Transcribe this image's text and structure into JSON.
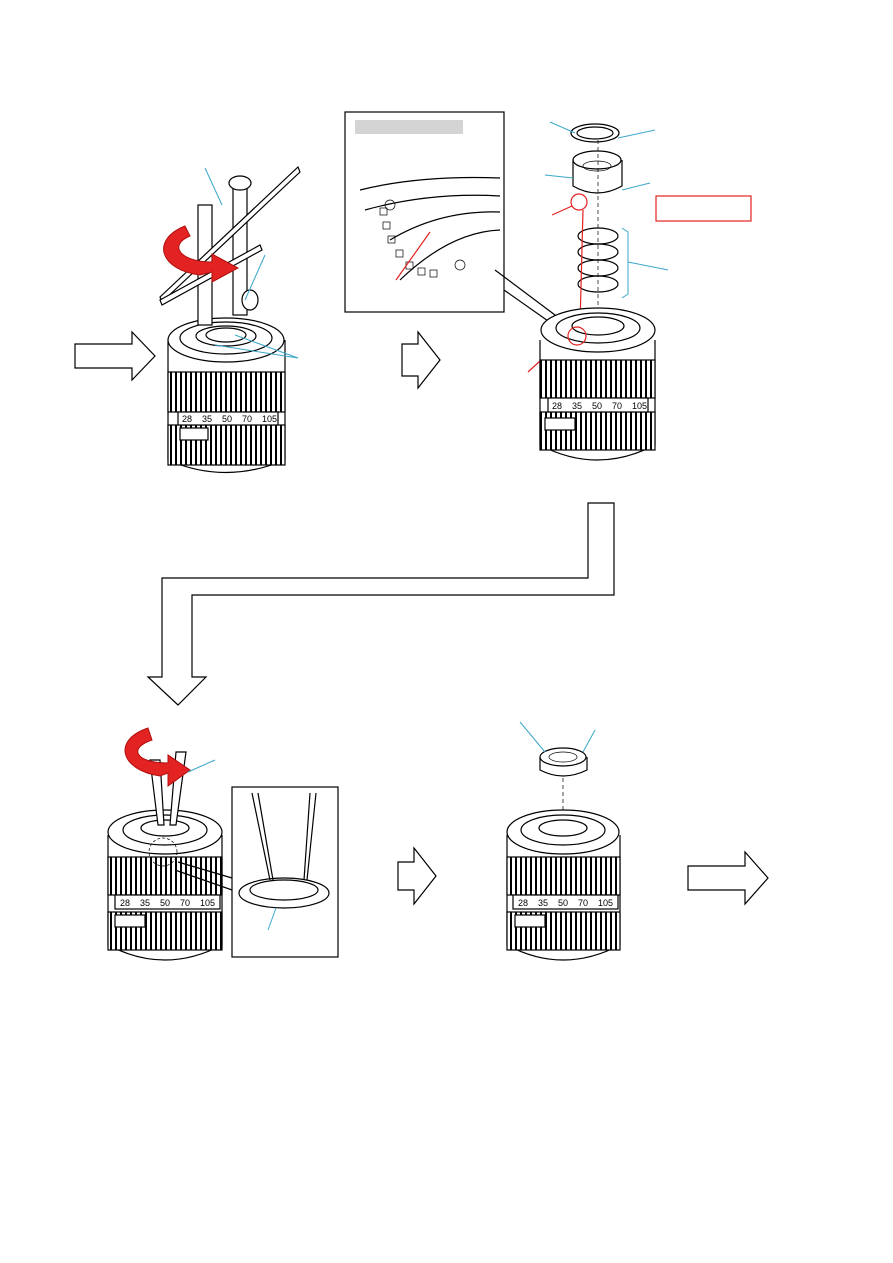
{
  "page": {
    "background": "#ffffff"
  },
  "colors": {
    "leader": "#3aa7c9",
    "highlight": "#e32222",
    "callout_band": "#d4d4d4",
    "ink": "#000000"
  },
  "steps": [
    {
      "id": "step1",
      "action": "rotate-with-spanner-wrench",
      "icons": [
        "rotate-arrow-icon",
        "spanner-wrench-icon"
      ]
    },
    {
      "id": "step2",
      "action": "exploded-rear-group",
      "icons": [
        "detail-callout-icon"
      ]
    },
    {
      "id": "step3",
      "action": "rotate-with-tweezers",
      "icons": [
        "rotate-arrow-icon",
        "tweezers-icon"
      ]
    },
    {
      "id": "step4",
      "action": "remove-rear-cap",
      "icons": []
    }
  ],
  "lens_scale": {
    "step1": [
      "28",
      "35",
      "50",
      "70",
      "105"
    ],
    "step2": [
      "28",
      "35",
      "50",
      "70",
      "105"
    ],
    "step3": [
      "28",
      "35",
      "50",
      "70",
      "105"
    ],
    "step4": [
      "28",
      "35",
      "50",
      "70",
      "105"
    ]
  },
  "icons": {
    "flow_arrow": "right-arrow-icon",
    "down_arrow": "down-arrow-icon",
    "rotate": "curved-rotate-arrow-icon",
    "magnifier": "detail-circle-icon"
  }
}
